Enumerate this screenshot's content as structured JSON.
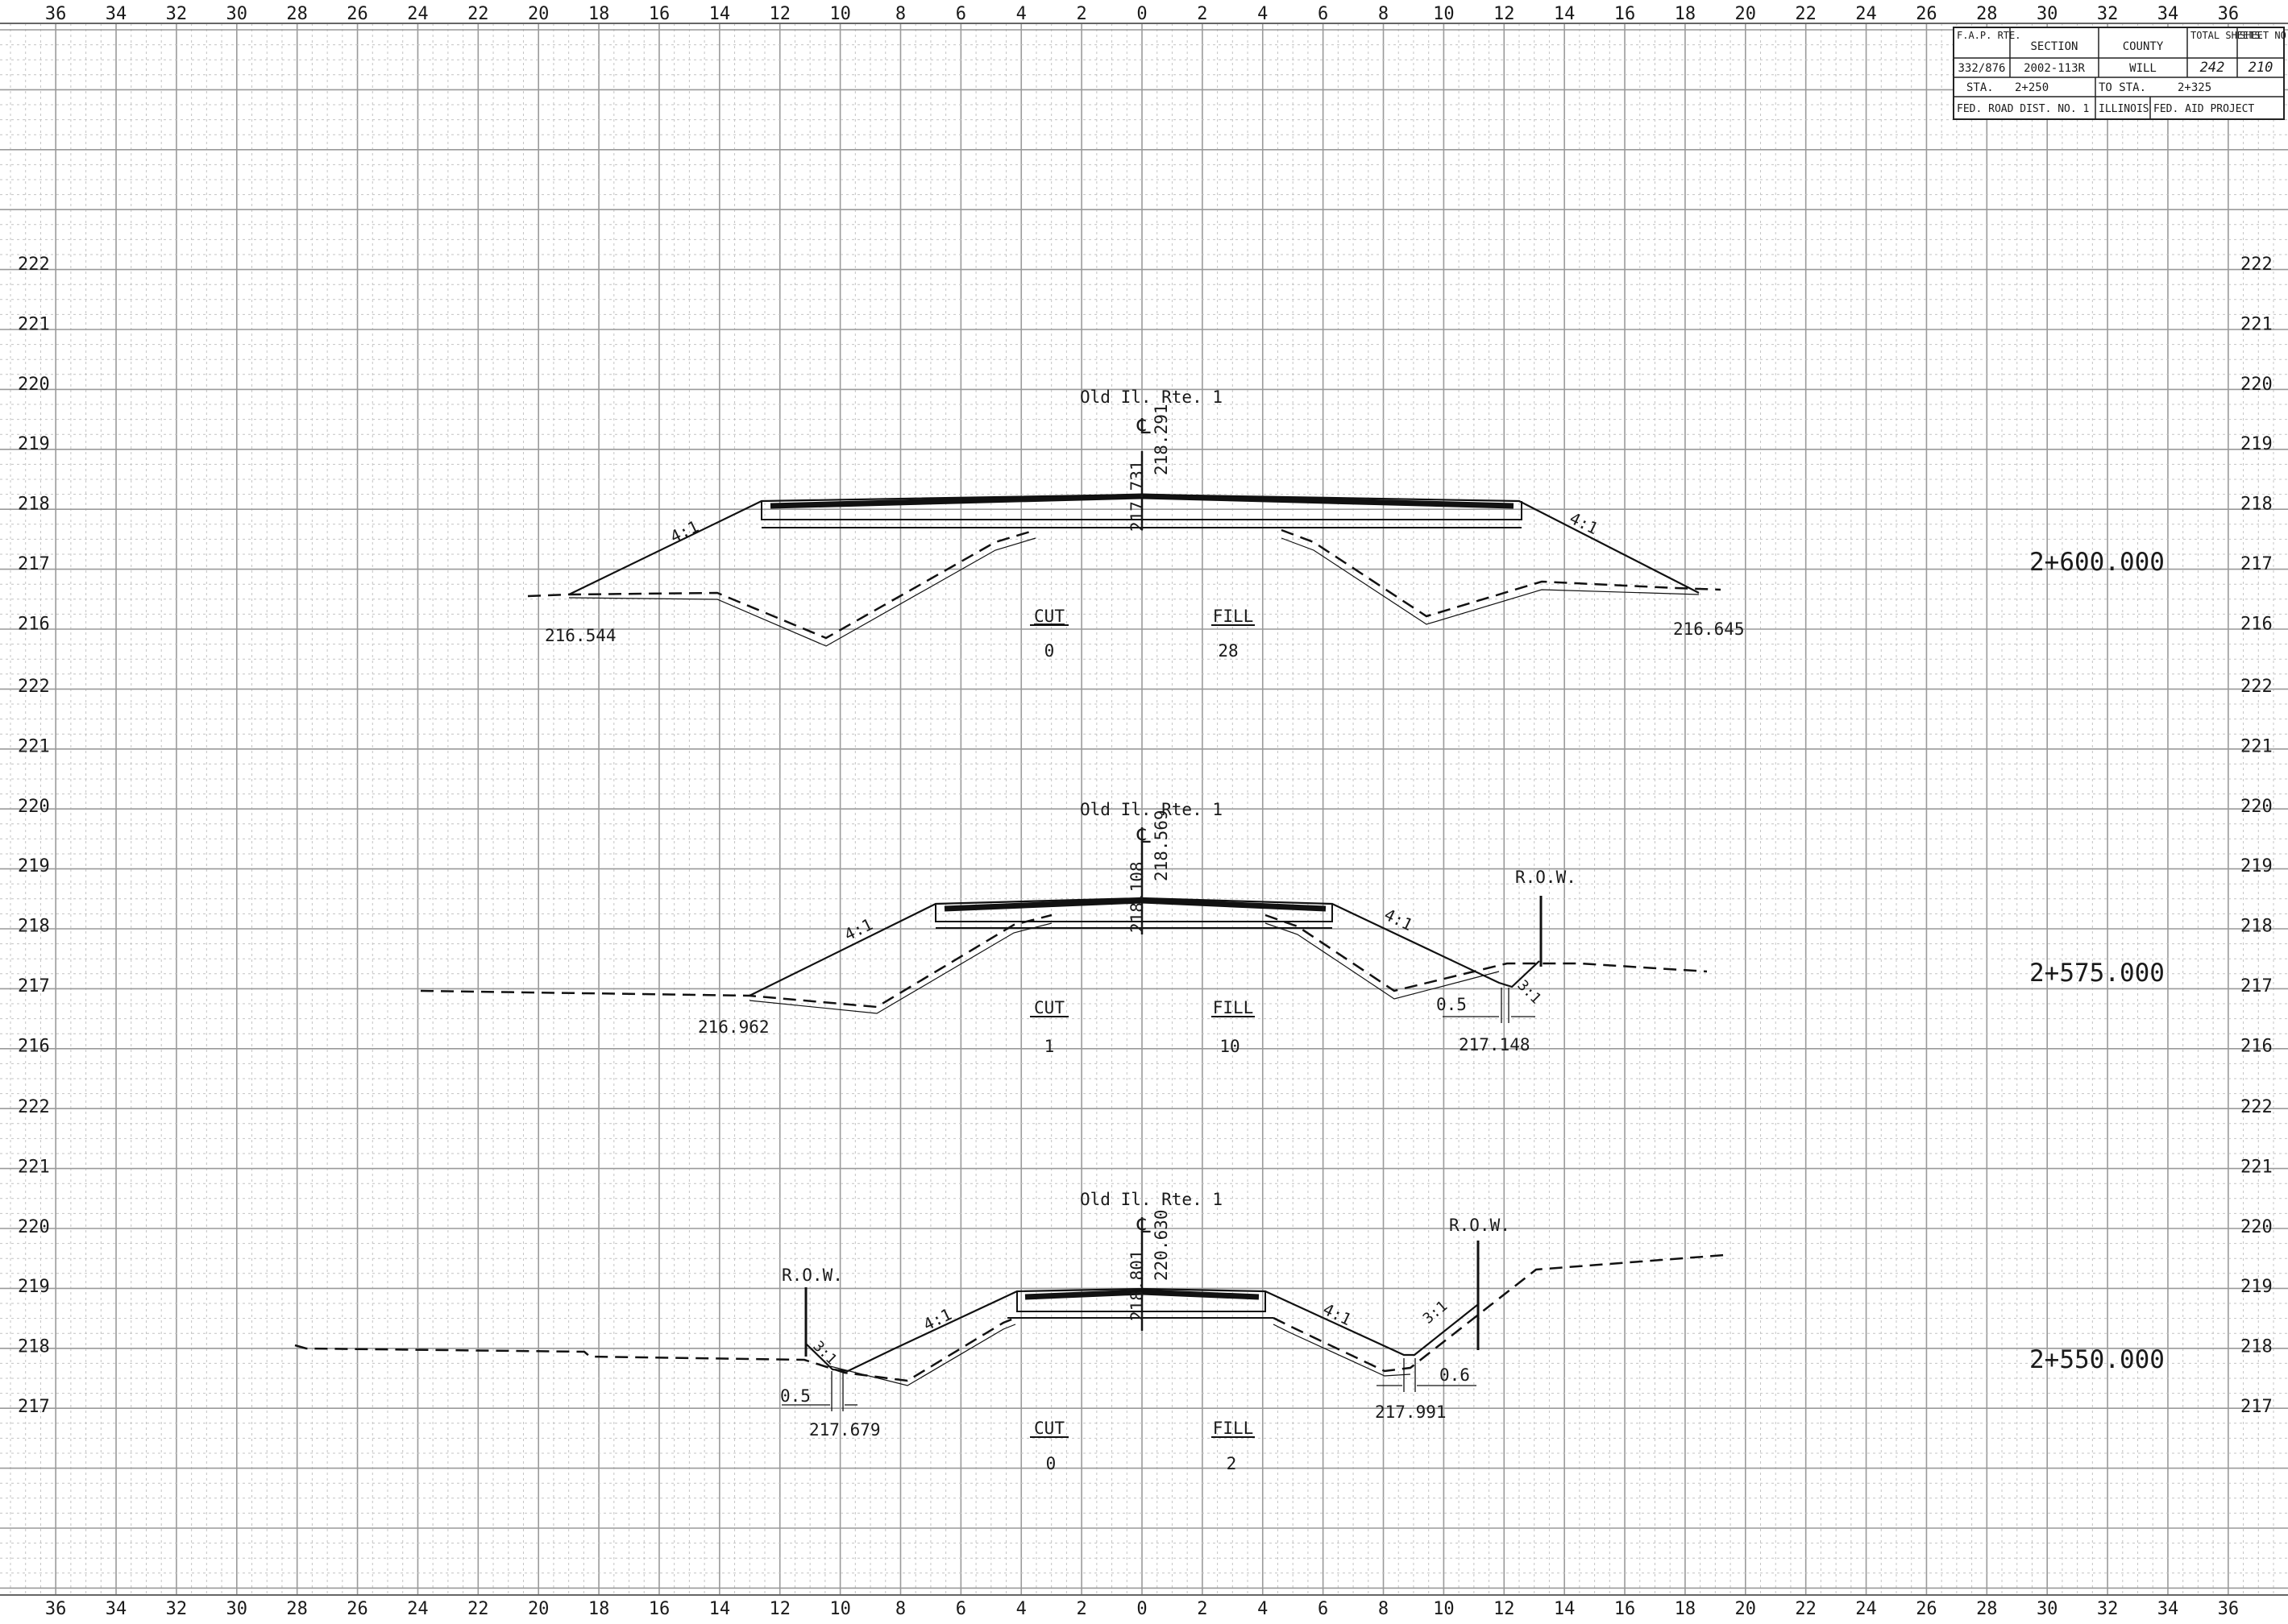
{
  "title_block": {
    "fap_rte_label": "F.A.P. RTE.",
    "section_label": "SECTION",
    "county_label": "COUNTY",
    "total_sheets_label": "TOTAL SHEETS",
    "sheet_no_label": "SHEET NO.",
    "fap_rte": "332/876",
    "section": "2002-113R",
    "county": "WILL",
    "total_sheets": "242",
    "sheet_no": "210",
    "sta_label": "STA.",
    "sta_from": "2+250",
    "to_sta_label": "TO STA.",
    "sta_to": "2+325",
    "district": "FED. ROAD DIST. NO. 1",
    "state": "ILLINOIS",
    "project_label": "FED. AID PROJECT"
  },
  "grid": {
    "offset_labels": [
      "36",
      "34",
      "32",
      "30",
      "28",
      "26",
      "24",
      "22",
      "20",
      "18",
      "16",
      "14",
      "12",
      "10",
      "8",
      "6",
      "4",
      "2",
      "0",
      "2",
      "4",
      "6",
      "8",
      "10",
      "12",
      "14",
      "16",
      "18",
      "20",
      "22",
      "24",
      "26",
      "28",
      "30",
      "32",
      "34",
      "36"
    ],
    "elevation_scale_units": "m"
  },
  "sections": [
    {
      "station": "2+600.000",
      "road_name": "Old Il. Rte. 1",
      "centerline_symbol": "℄",
      "profile_grade_elev": "218.291",
      "centerline_elev": "217.731",
      "elevation_labels": [
        "222",
        "221",
        "220",
        "219",
        "218",
        "217",
        "216"
      ],
      "cut_label": "CUT",
      "cut_value": "0",
      "fill_label": "FILL",
      "fill_value": "28",
      "left_catch_elev": "216.544",
      "right_catch_elev": "216.645",
      "left_slope": "4:1",
      "right_slope": "4:1"
    },
    {
      "station": "2+575.000",
      "road_name": "Old Il. Rte. 1",
      "centerline_symbol": "℄",
      "profile_grade_elev": "218.569",
      "centerline_elev": "218.108",
      "elevation_labels": [
        "222",
        "221",
        "220",
        "219",
        "218",
        "217",
        "216"
      ],
      "cut_label": "CUT",
      "cut_value": "1",
      "fill_label": "FILL",
      "fill_value": "10",
      "left_catch_elev": "216.962",
      "right_ditch_elev": "217.148",
      "right_ditch_width": "0.5",
      "left_slope": "4:1",
      "right_slope": "4:1",
      "backslope": "3:1",
      "row_label": "R.O.W."
    },
    {
      "station": "2+550.000",
      "road_name": "Old Il. Rte. 1",
      "centerline_symbol": "℄",
      "profile_grade_elev": "220.630",
      "centerline_elev": "218.801",
      "elevation_labels": [
        "222",
        "221",
        "220",
        "219",
        "218",
        "217"
      ],
      "cut_label": "CUT",
      "cut_value": "0",
      "fill_label": "FILL",
      "fill_value": "2",
      "left_ditch_elev": "217.679",
      "left_ditch_width": "0.5",
      "right_ditch_elev": "217.991",
      "right_ditch_width": "0.6",
      "left_slope": "4:1",
      "right_slope": "4:1",
      "left_backslope": "3:1",
      "right_backslope": "3:1",
      "row_label": "R.O.W."
    }
  ]
}
